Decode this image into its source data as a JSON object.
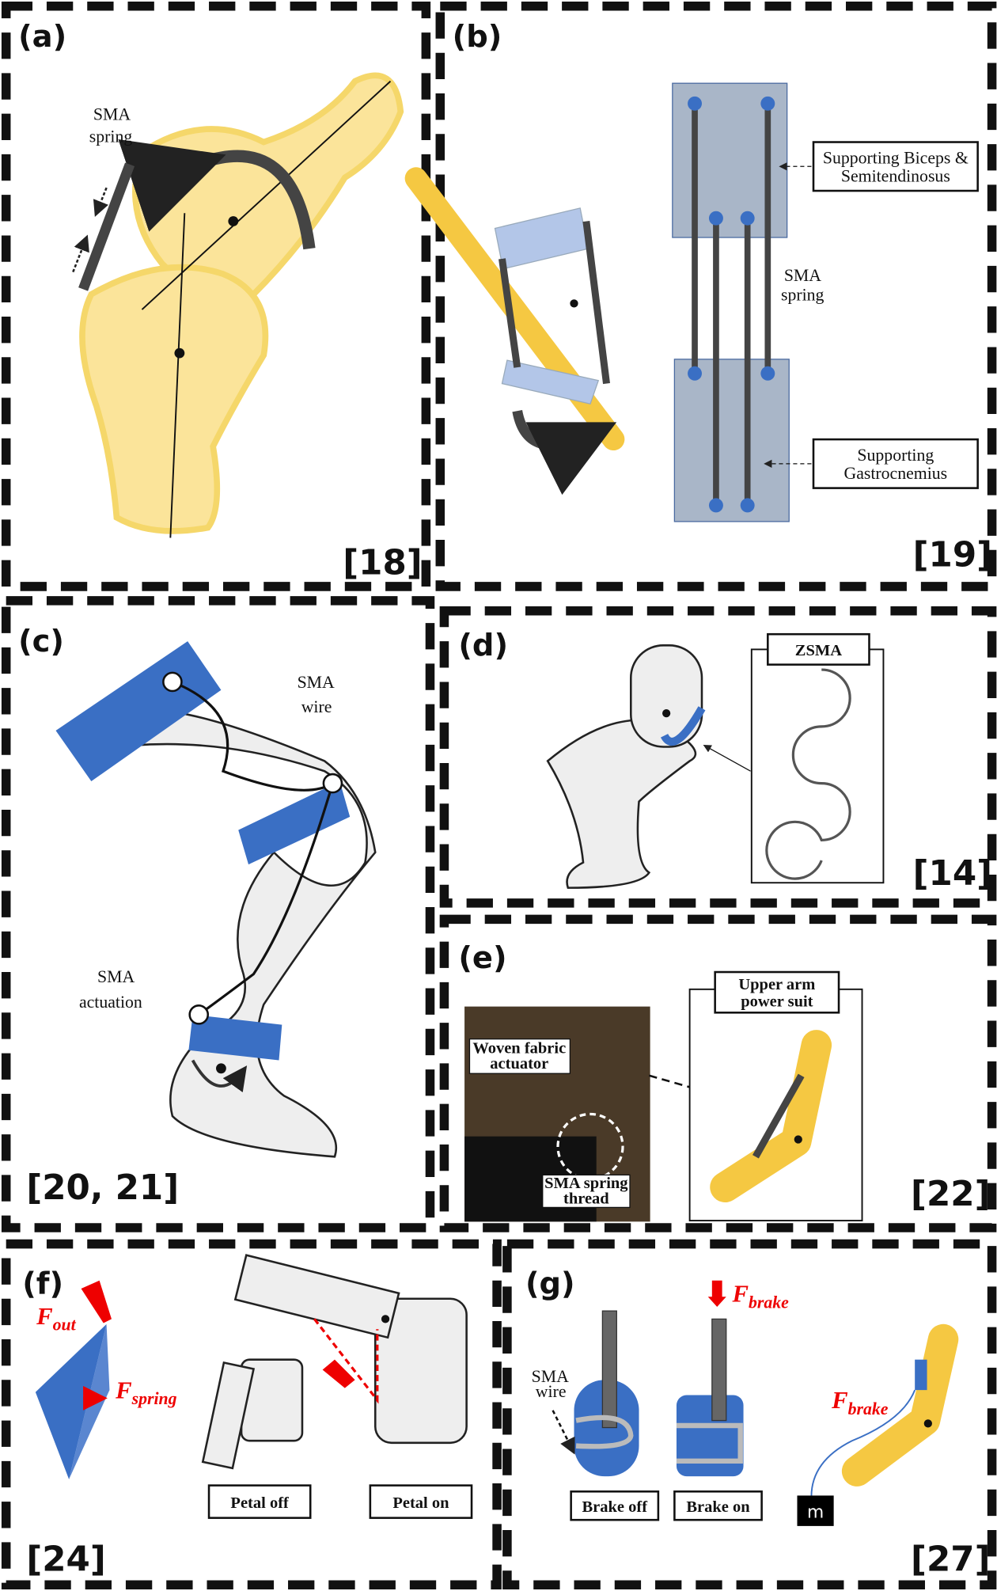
{
  "panels": {
    "a": {
      "label": "(a)",
      "text": [
        "SMA",
        "spring"
      ],
      "ref": "[18]"
    },
    "b": {
      "label": "(b)",
      "box1": [
        "Supporting Biceps &",
        "Semitendinosus"
      ],
      "box2": [
        "Supporting",
        "Gastrocnemius"
      ],
      "text": [
        "SMA",
        "spring"
      ],
      "ref": "[19]"
    },
    "c": {
      "label": "(c)",
      "wire": [
        "SMA",
        "wire"
      ],
      "actuation": [
        "SMA",
        "actuation"
      ],
      "ref": "[20, 21]"
    },
    "d": {
      "label": "(d)",
      "box": "ZSMA",
      "ref": "[14]"
    },
    "e": {
      "label": "(e)",
      "fabric": [
        "Woven fabric",
        "actuator"
      ],
      "thread": [
        "SMA spring",
        "thread"
      ],
      "box": [
        "Upper arm",
        "power suit"
      ],
      "ref": "[22]"
    },
    "f": {
      "label": "(f)",
      "f_out": "F",
      "f_out_sub": "out",
      "f_spring": "F",
      "f_spring_sub": "spring",
      "petal_off": "Petal off",
      "petal_on": "Petal on",
      "ref": "[24]"
    },
    "g": {
      "label": "(g)",
      "f_brake": "F",
      "f_brake_sub": "brake",
      "wire": [
        "SMA",
        "wire"
      ],
      "brake_off": "Brake off",
      "brake_on": "Brake on",
      "mass": "m",
      "ref": "[27]"
    }
  },
  "colors": {
    "bone": "#fbe49a",
    "blue": "#3a6fc4",
    "force": "#ee0000",
    "limb": "#f5c842"
  }
}
